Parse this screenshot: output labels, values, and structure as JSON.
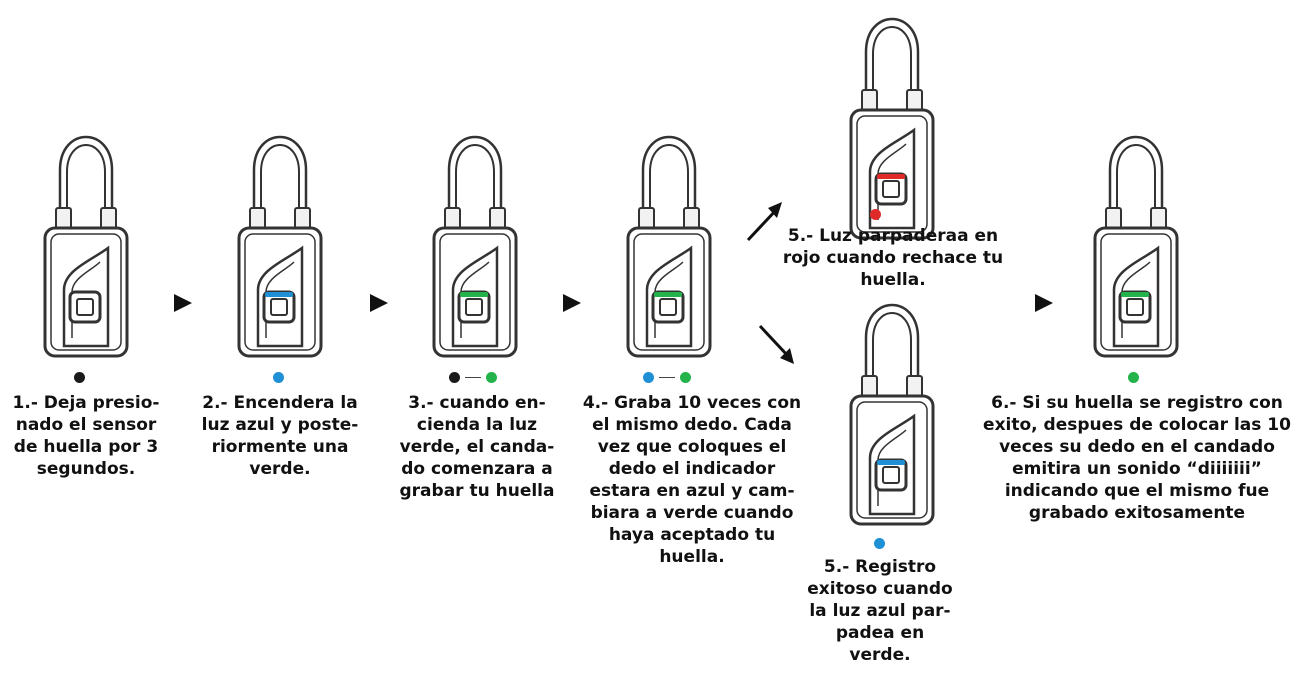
{
  "colors": {
    "black": "#1a1a1a",
    "blue": "#1f8fd6",
    "green": "#24b24b",
    "red": "#e02a2a",
    "outline": "#333333"
  },
  "steps": [
    {
      "id": "step1",
      "indicator": "black",
      "text": "1.- Deja presio-\nnado el sensor\nde huella por 3\nsegundos."
    },
    {
      "id": "step2",
      "indicator": "blue",
      "text": "2.- Encendera la\nluz azul y poste-\nriormente una\nverde."
    },
    {
      "id": "step3",
      "indicator": "black-to-green",
      "text": "3.- cuando en-\ncienda la luz\nverde, el canda-\ndo comenzara  a\ngrabar tu huella"
    },
    {
      "id": "step4",
      "indicator": "blue-to-green",
      "text": "4.- Graba 10 veces con\nel mismo dedo. Cada\nvez que coloques el\ndedo el indicador\nestara en azul y cam-\nbiara a verde cuando\nhaya aceptado tu\nhuella."
    },
    {
      "id": "step5-red",
      "indicator": "red",
      "text": "5.- Luz parpaderaa en\nrojo cuando rechace tu\nhuella."
    },
    {
      "id": "step5-blue",
      "indicator": "blue",
      "text": "5.- Registro\nexitoso cuando\nla luz azul par-\npadea en\nverde."
    },
    {
      "id": "step6",
      "indicator": "green",
      "text": "6.- Si su huella se registro con\nexito, despues de colocar las 10\nveces su dedo en el candado\nemitira un sonido “diiiiiii”\nindicando que el mismo fue\ngrabado exitosamente"
    }
  ]
}
